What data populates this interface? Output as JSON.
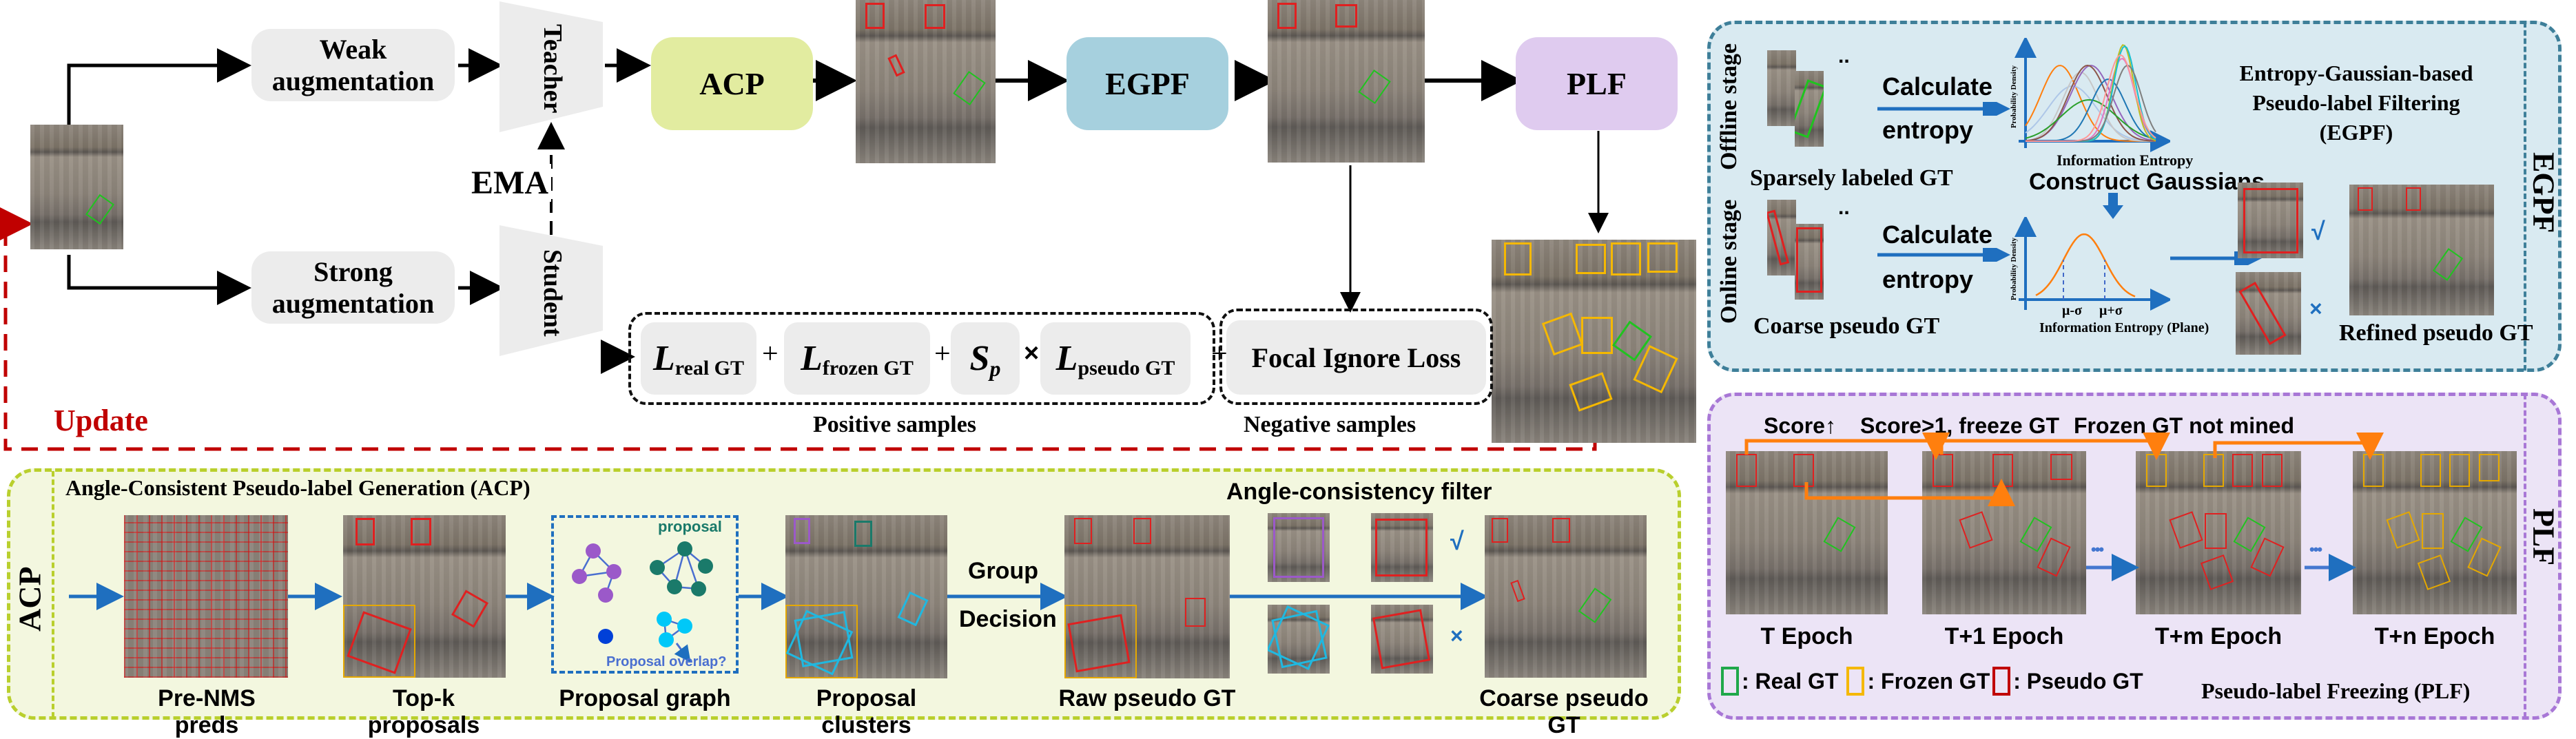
{
  "pipeline": {
    "weak_aug": [
      "Weak",
      "augmentation"
    ],
    "strong_aug": [
      "Strong",
      "augmentation"
    ],
    "teacher": "Teacher",
    "student": "Student",
    "ema": "EMA",
    "update": "Update",
    "acp": "ACP",
    "egpf": "EGPF",
    "plf": "PLF",
    "loss": {
      "L": "L",
      "real_sub": "real GT",
      "frozen_sub": "frozen GT",
      "S": "S",
      "S_sub": "p",
      "pseudo_sub": "pseudo GT",
      "plus": "+",
      "times": "×",
      "focal": "Focal Ignore Loss",
      "positive": "Positive samples",
      "negative": "Negative samples"
    }
  },
  "egpf_panel": {
    "side_label": "EGPF",
    "offline_stage": "Offline stage",
    "online_stage": "Online stage",
    "calculate": "Calculate",
    "entropy": "entropy",
    "sparsely_labeled": "Sparsely labeled GT",
    "coarse_pseudo": "Coarse pseudo GT",
    "construct_gaussians": "Construct Gaussians",
    "chart_ylabel": "Probability Density",
    "chart1_xlabel": "Information Entropy",
    "chart2_xlabel": "Information Entropy (Plane)",
    "mu_minus": "μ-σ",
    "mu_plus": "μ+σ",
    "title": [
      "Entropy-Gaussian-based",
      "Pseudo-label Filtering",
      "(EGPF)"
    ],
    "check": "√",
    "cross": "×",
    "refined": "Refined pseudo GT"
  },
  "acp_panel": {
    "side_label": "ACP",
    "title": "Angle-Consistent Pseudo-label Generation (ACP)",
    "steps": [
      "Pre-NMS preds",
      "Top-k proposals",
      "Proposal graph",
      "Proposal clusters",
      "Raw pseudo GT",
      "Coarse pseudo GT"
    ],
    "graph_proposal": "proposal",
    "graph_overlap": "Proposal overlap?",
    "group": "Group",
    "decision": "Decision",
    "angle_filter": "Angle-consistency filter",
    "check": "√",
    "cross": "×"
  },
  "plf_panel": {
    "side_label": "PLF",
    "score_up": "Score↑",
    "score_freeze": "Score>1, freeze GT",
    "not_mined": "Frozen GT not mined",
    "epochs": [
      "T Epoch",
      "T+1 Epoch",
      "T+m Epoch",
      "T+n Epoch"
    ],
    "ellipsis": "•••",
    "legend": [
      {
        "label": ": Real GT",
        "color": "#1fa84a"
      },
      {
        "label": ": Frozen GT",
        "color": "#f5b800"
      },
      {
        "label": ": Pseudo GT",
        "color": "#c00000"
      }
    ],
    "title": "Pseudo-label Freezing (PLF)"
  },
  "colors": {
    "acp": "#e2eca0",
    "egpf": "#a6d0de",
    "plf": "#dfcbef",
    "egpf_panel_bg": "#d9eaf1",
    "egpf_border": "#3e7f99",
    "acp_panel_bg": "#f3f7df",
    "acp_border": "#b9cf2d",
    "plf_panel_bg": "#ece4f6",
    "plf_border": "#a877d6",
    "update_red": "#c00000",
    "arrow_blue": "#1f6fbf",
    "orange": "#ff7f0e"
  }
}
